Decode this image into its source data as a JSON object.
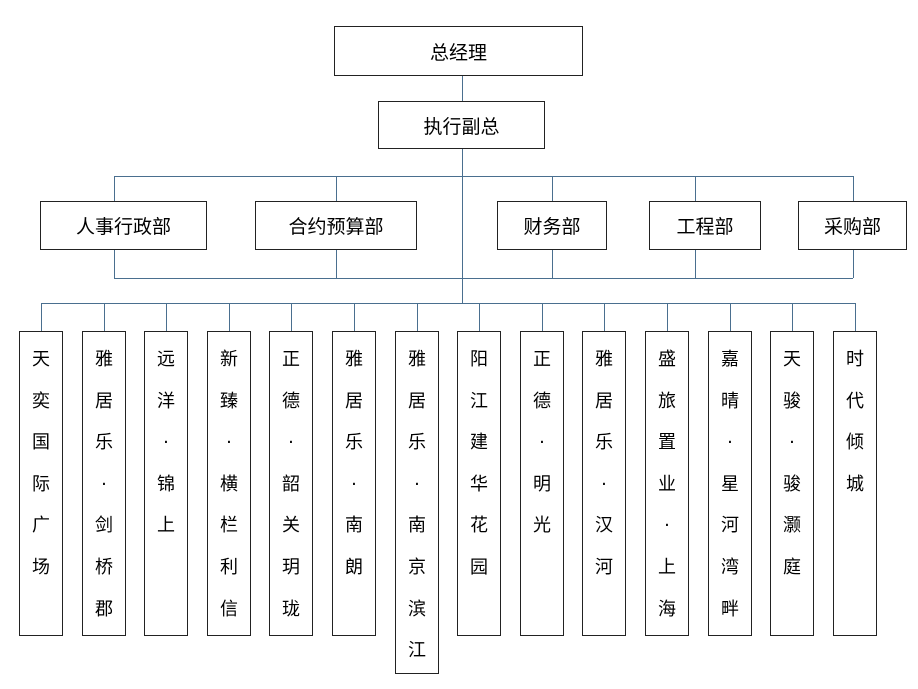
{
  "top": {
    "label": "总经理"
  },
  "deputy": {
    "label": "执行副总"
  },
  "departments": [
    {
      "label": "人事行政部"
    },
    {
      "label": "合约预算部"
    },
    {
      "label": "财务部"
    },
    {
      "label": "工程部"
    },
    {
      "label": "采购部"
    }
  ],
  "projects": [
    {
      "label": "天奕国际广场"
    },
    {
      "label": "雅居乐·剑桥郡"
    },
    {
      "label": "远洋·锦上"
    },
    {
      "label": "新臻·横栏利信"
    },
    {
      "label": "正德·韶关玥珑"
    },
    {
      "label": "雅居乐·南朗"
    },
    {
      "label": "雅居乐·南京滨江"
    },
    {
      "label": "阳江建华花园"
    },
    {
      "label": "正德·明光"
    },
    {
      "label": "雅居乐·汉河"
    },
    {
      "label": "盛旅置业·上海"
    },
    {
      "label": "嘉晴·星河湾畔"
    },
    {
      "label": "天骏·骏灏庭"
    },
    {
      "label": "时代倾城"
    }
  ],
  "colors": {
    "connector": "#4a6f8f",
    "border": "#222222"
  }
}
